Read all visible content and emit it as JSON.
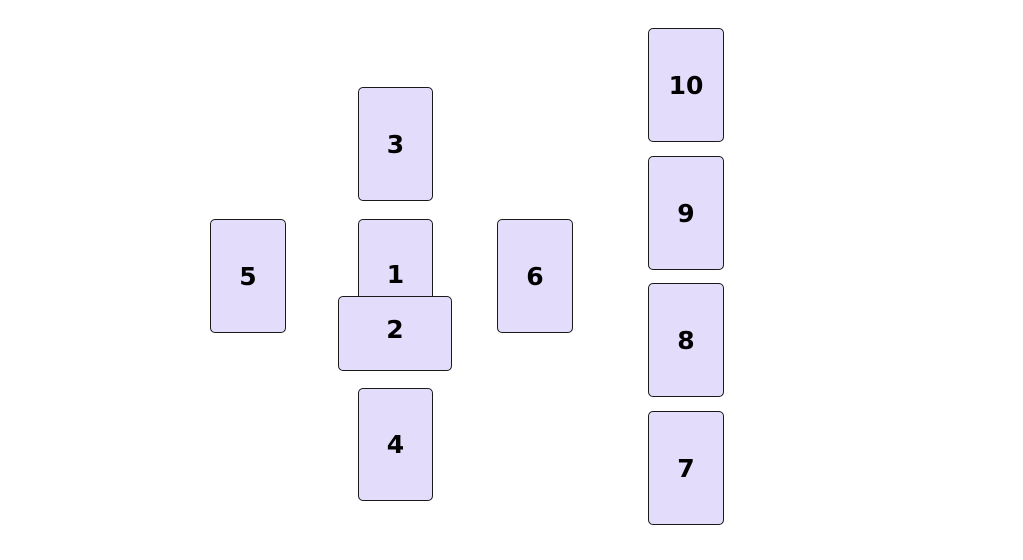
{
  "colors": {
    "card_fill": "#e3ddfb",
    "card_border": "#1a1a1a",
    "background": "#ffffff"
  },
  "cards": {
    "c1": "1",
    "c2": "2",
    "c3": "3",
    "c4": "4",
    "c5": "5",
    "c6": "6",
    "c7": "7",
    "c8": "8",
    "c9": "9",
    "c10": "10"
  }
}
